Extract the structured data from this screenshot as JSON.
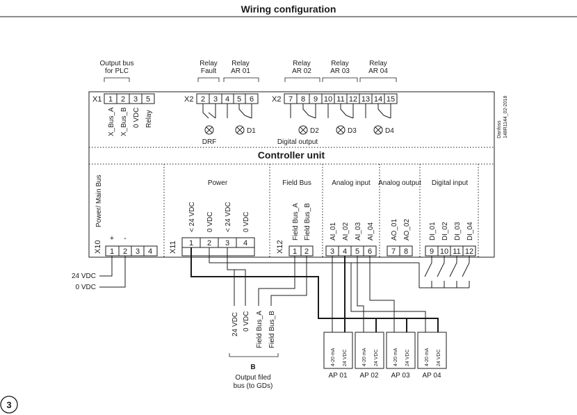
{
  "header": {
    "title": "Wiring configuration"
  },
  "page_badge": "3",
  "controller_unit": "Controller unit",
  "doc_code": [
    "Danfoss",
    "148R1144_02-2018"
  ],
  "top": {
    "groups": [
      {
        "lines": [
          "Output bus",
          "for PLC"
        ]
      },
      {
        "lines": [
          "Relay",
          "Fault"
        ]
      },
      {
        "lines": [
          "Relay",
          "AR 01"
        ]
      },
      {
        "lines": [
          "Relay",
          "AR 02"
        ]
      },
      {
        "lines": [
          "Relay",
          "AR 03"
        ]
      },
      {
        "lines": [
          "Relay",
          "AR 04"
        ]
      }
    ],
    "x1": {
      "name": "X1",
      "pins": [
        "1",
        "2",
        "3",
        "5"
      ],
      "signals": [
        "X_Bus_A",
        "X_Bus_B",
        "0 VDC",
        "Relay"
      ]
    },
    "x2a": {
      "name": "X2",
      "pins": [
        "2",
        "3",
        "4",
        "5",
        "6"
      ]
    },
    "x2b": {
      "name": "X2",
      "pins": [
        "7",
        "8",
        "9",
        "10",
        "11",
        "12",
        "13",
        "14",
        "15"
      ]
    },
    "lamps": [
      "DRF",
      "D1",
      "D2",
      "D3",
      "D4"
    ],
    "digital_output": "Digital output"
  },
  "bottom": {
    "sections": [
      "Power",
      "Field Bus",
      "Analog input",
      "Analog output",
      "Digital input"
    ],
    "x10": {
      "name": "X10",
      "group": "Power/ Main Bus",
      "plus": "+",
      "minus": "-",
      "pins": [
        "1",
        "2",
        "3",
        "4"
      ]
    },
    "x11": {
      "name": "X11",
      "pins": [
        "1",
        "2",
        "3",
        "4"
      ],
      "signals": [
        "< 24 VDC",
        "0 VDC",
        "< 24 VDC",
        "0 VDC"
      ]
    },
    "x12": {
      "name": "X12",
      "pins": [
        "1",
        "2",
        "3",
        "4",
        "5",
        "6",
        "7",
        "8",
        "9",
        "10",
        "11",
        "12"
      ],
      "signals": [
        "Field Bus_A",
        "Field Bus_B",
        "AI_01",
        "AI_02",
        "AI_03",
        "AI_04",
        "AO_01",
        "AO_02",
        "DI_01",
        "DI_02",
        "DI_03",
        "DI_04"
      ]
    }
  },
  "external": {
    "supply": [
      "24 VDC",
      "0 VDC"
    ],
    "gd_bus_signals": [
      "24 VDC",
      "0 VDC",
      "Field Bus_A",
      "Field Bus_B"
    ],
    "gd_bus_marker": "B",
    "gd_bus_caption": [
      "Output filed",
      "bus (to GDs)"
    ],
    "sensors": [
      {
        "name": "AP 01",
        "a": "4-20 mA",
        "b": "24 VDC"
      },
      {
        "name": "AP 02",
        "a": "4-20 mA",
        "b": "24 VDC"
      },
      {
        "name": "AP 03",
        "a": "4-20 mA",
        "b": "24 VDC"
      },
      {
        "name": "AP 04",
        "a": "4-20 mA",
        "b": "24 VDC"
      }
    ]
  }
}
